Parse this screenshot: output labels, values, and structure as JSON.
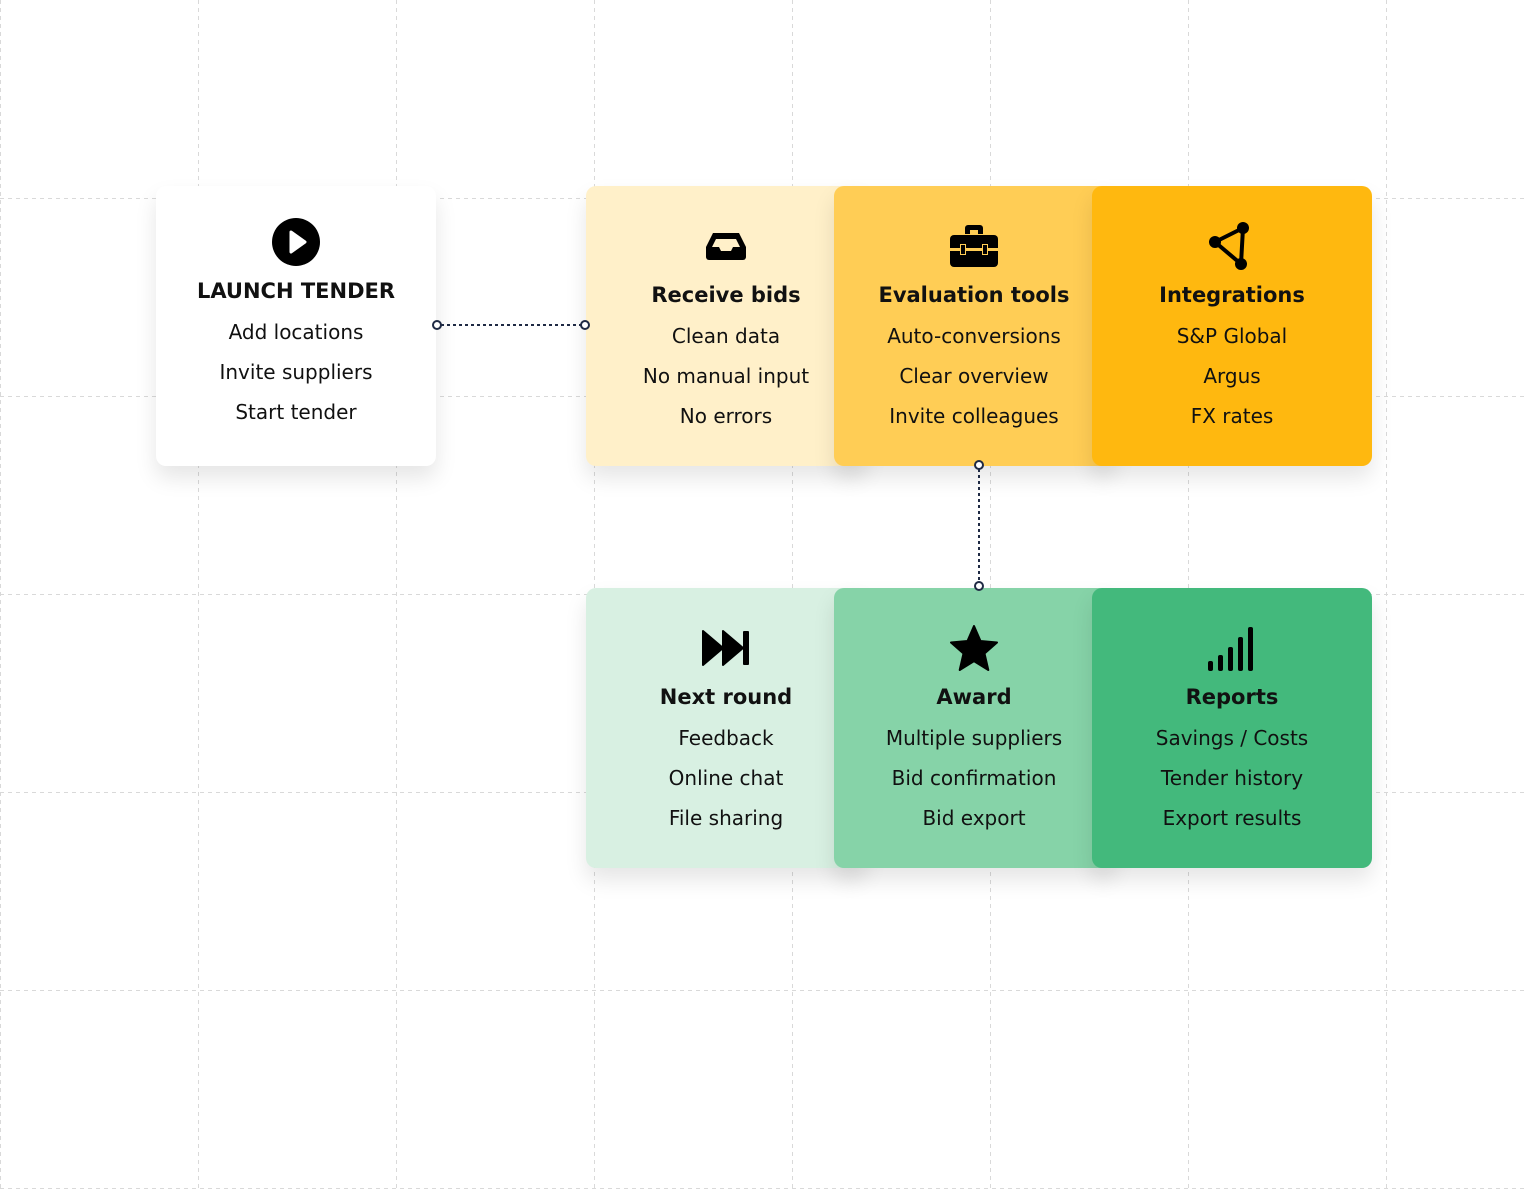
{
  "colors": {
    "grid": "#d9d9d9",
    "launch_bg": "#ffffff",
    "receive_bg": "#fff0c9",
    "evaluation_bg": "#ffcd55",
    "integrations_bg": "#ffb80f",
    "nextround_bg": "#d8f0e2",
    "award_bg": "#86d3a8",
    "reports_bg": "#43b97c",
    "connector": "#1f2a44"
  },
  "cards": {
    "launch": {
      "icon": "play-circle-icon",
      "title": "LAUNCH TENDER",
      "lines": [
        "Add locations",
        "Invite suppliers",
        "Start tender"
      ]
    },
    "receive": {
      "icon": "inbox-tray-icon",
      "title": "Receive bids",
      "lines": [
        "Clean data",
        "No manual input",
        "No errors"
      ]
    },
    "evaluation": {
      "icon": "toolbox-icon",
      "title": "Evaluation tools",
      "lines": [
        "Auto-conversions",
        "Clear overview",
        "Invite colleagues"
      ]
    },
    "integrations": {
      "icon": "network-nodes-icon",
      "title": "Integrations",
      "lines": [
        "S&P Global",
        "Argus",
        "FX rates"
      ]
    },
    "nextround": {
      "icon": "fast-forward-icon",
      "title": "Next round",
      "lines": [
        "Feedback",
        "Online chat",
        "File sharing"
      ]
    },
    "award": {
      "icon": "star-icon",
      "title": "Award",
      "lines": [
        "Multiple suppliers",
        "Bid confirmation",
        "Bid export"
      ]
    },
    "reports": {
      "icon": "signal-bars-icon",
      "title": "Reports",
      "lines": [
        "Savings / Costs",
        "Tender history",
        "Export results"
      ]
    }
  }
}
